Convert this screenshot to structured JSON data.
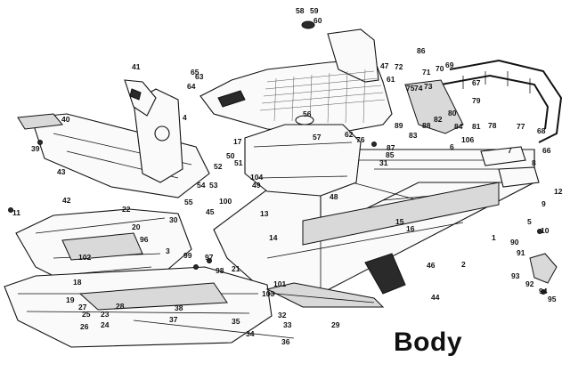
{
  "title": "Body",
  "callouts": [
    "1",
    "2",
    "3",
    "4",
    "5",
    "6",
    "7",
    "8",
    "9",
    "10",
    "11",
    "12",
    "13",
    "14",
    "15",
    "16",
    "17",
    "18",
    "19",
    "20",
    "21",
    "22",
    "23",
    "24",
    "25",
    "26",
    "27",
    "28",
    "29",
    "30",
    "31",
    "32",
    "33",
    "34",
    "35",
    "36",
    "37",
    "38",
    "39",
    "40",
    "41",
    "42",
    "43",
    "44",
    "45",
    "46",
    "47",
    "48",
    "49",
    "50",
    "51",
    "52",
    "53",
    "54",
    "55",
    "56",
    "57",
    "58",
    "59",
    "60",
    "61",
    "62",
    "63",
    "64",
    "65",
    "66",
    "67",
    "68",
    "69",
    "70",
    "71",
    "72",
    "73",
    "74",
    "75",
    "76",
    "77",
    "78",
    "79",
    "80",
    "81",
    "82",
    "83",
    "84",
    "85",
    "86",
    "87",
    "88",
    "89",
    "90",
    "91",
    "92",
    "93",
    "94",
    "95",
    "96",
    "97",
    "98",
    "99",
    "100",
    "101",
    "102",
    "103",
    "104",
    "106"
  ]
}
